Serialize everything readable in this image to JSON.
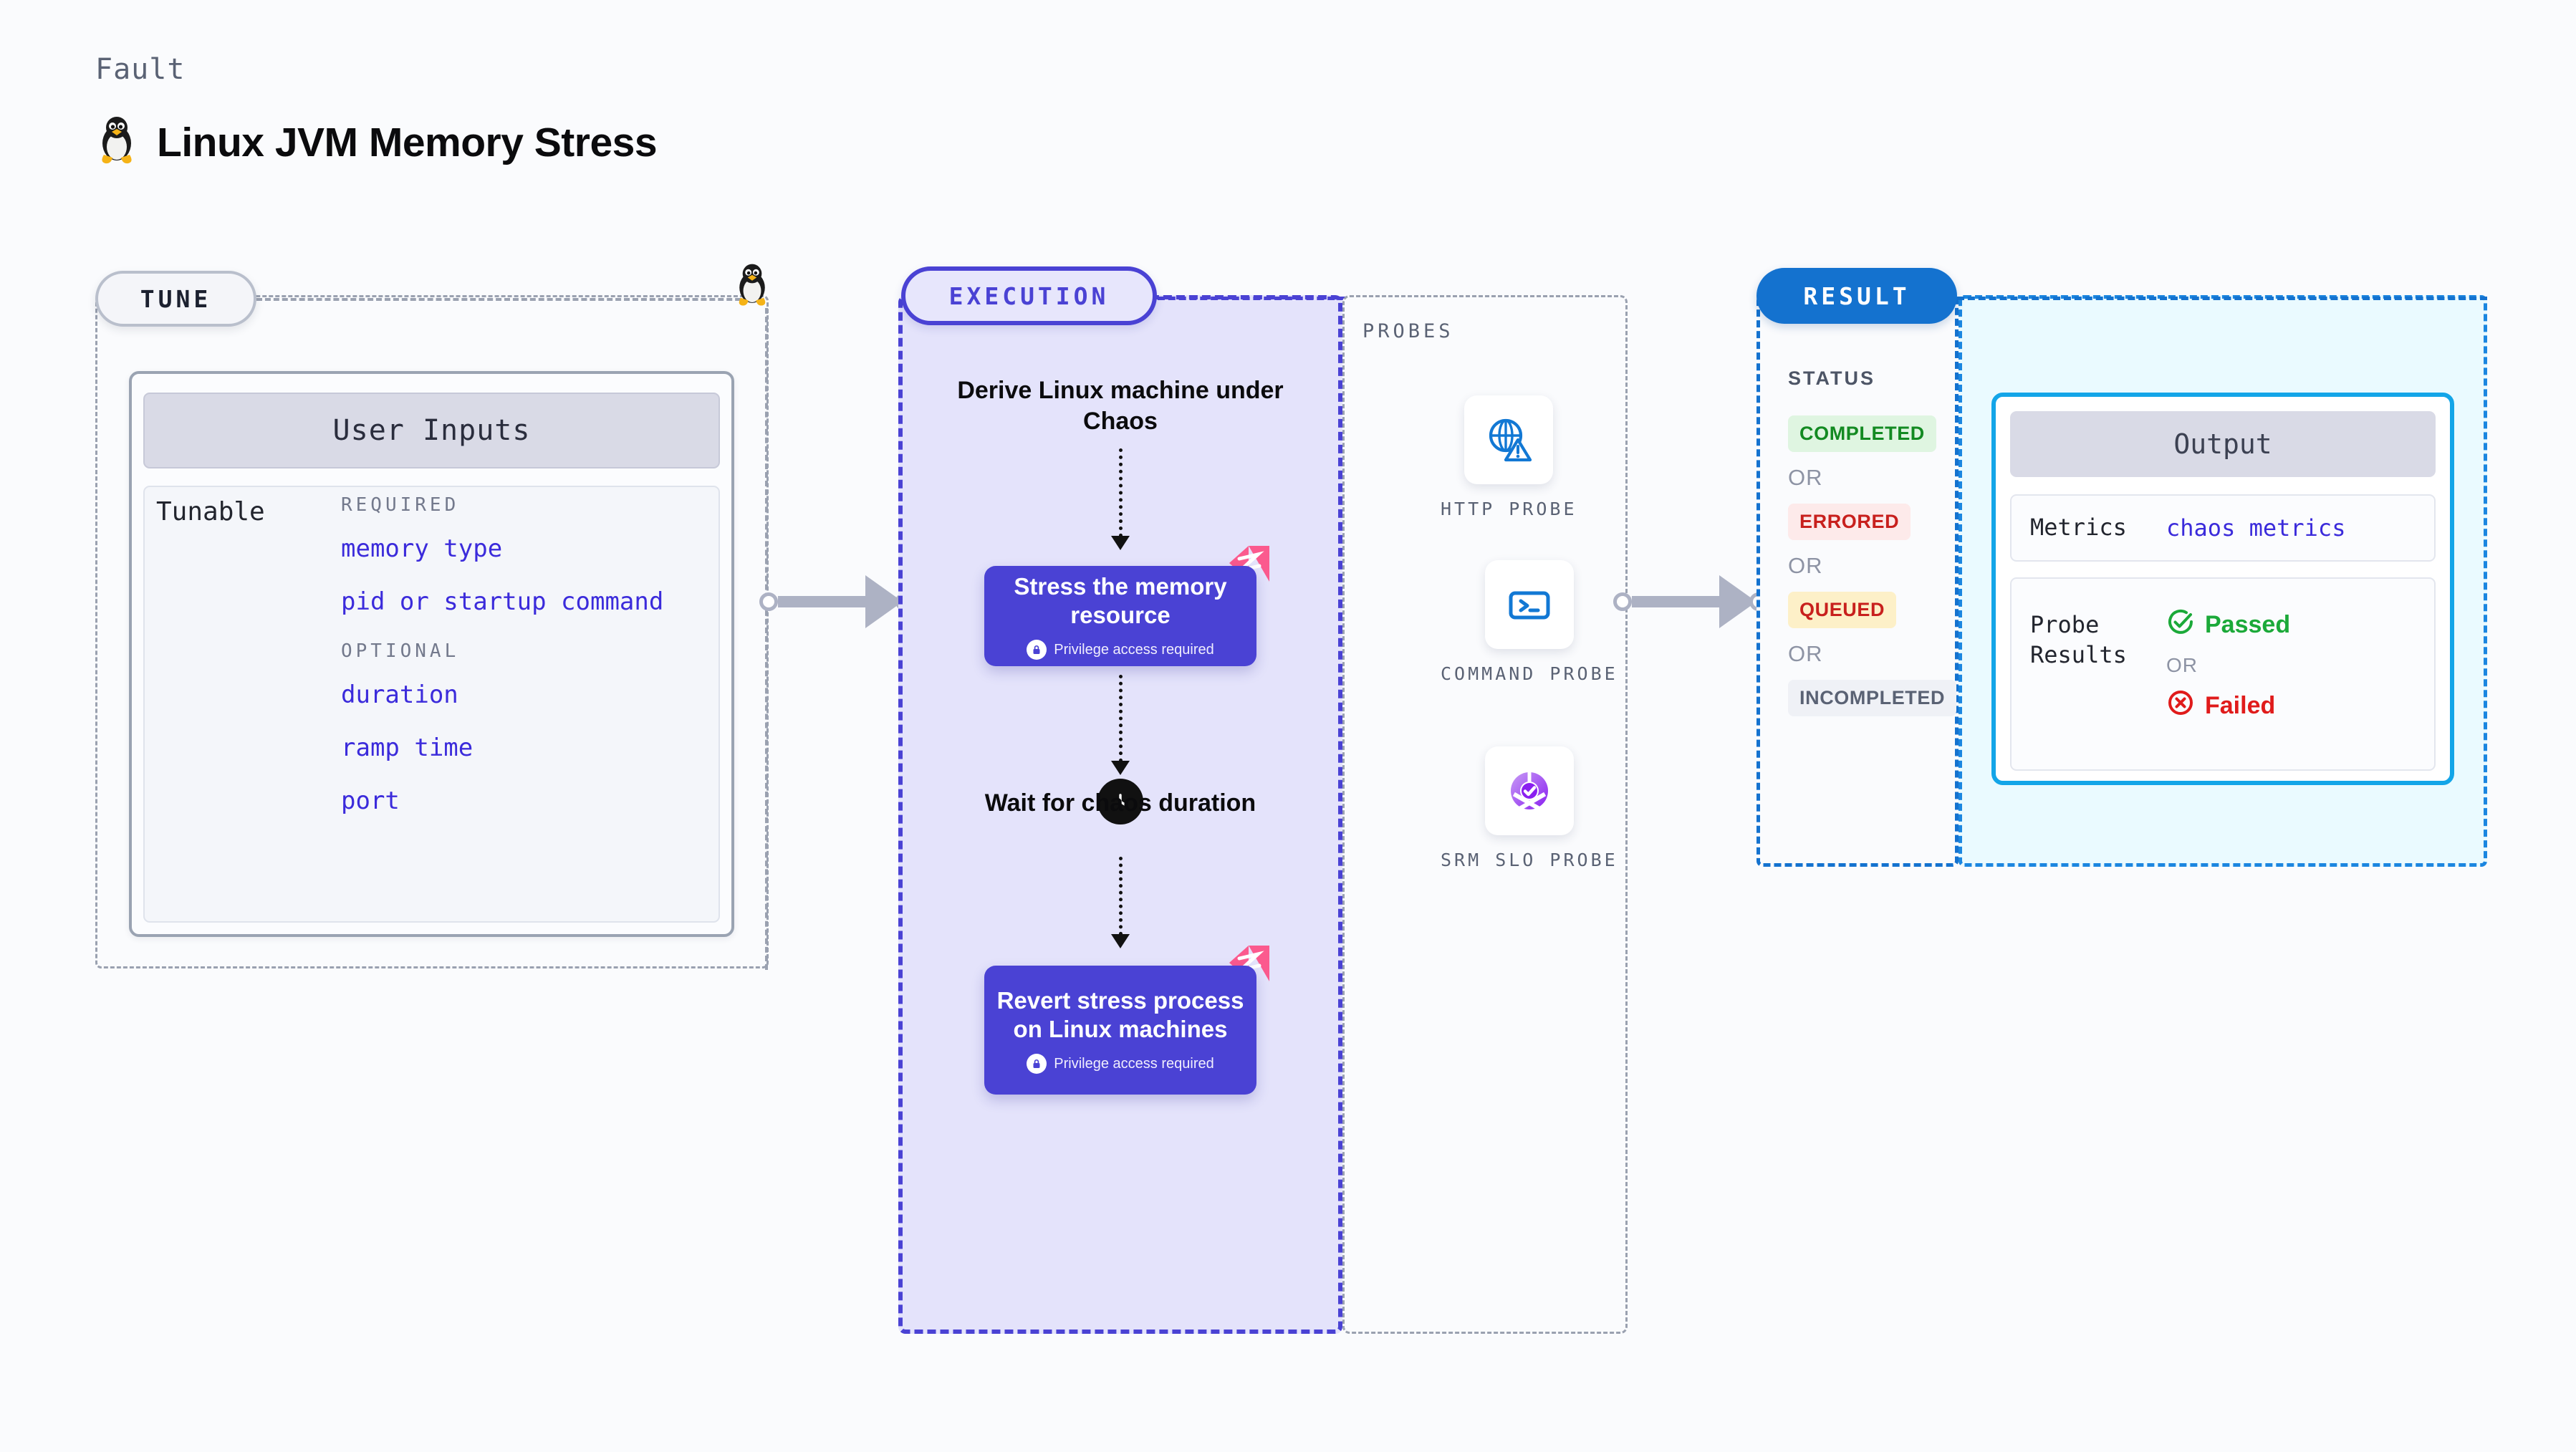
{
  "header": {
    "kicker": "Fault",
    "title": "Linux JVM Memory Stress",
    "icon": "linux-penguin-icon"
  },
  "tune": {
    "pill_label": "TUNE",
    "card_title": "User Inputs",
    "tunable_label": "Tunable",
    "groups": [
      {
        "title": "REQUIRED",
        "items": [
          "memory type",
          "pid or startup command"
        ]
      },
      {
        "title": "OPTIONAL",
        "items": [
          "duration",
          "ramp time",
          "port"
        ]
      }
    ]
  },
  "execution": {
    "pill_label": "EXECUTION",
    "step_derive": "Derive Linux machine under Chaos",
    "node_stress": {
      "title": "Stress the memory resource",
      "note": "Privilege access required"
    },
    "step_wait": "Wait for chaos duration",
    "node_revert": {
      "title": "Revert stress process on Linux machines",
      "note": "Privilege access required"
    }
  },
  "probes": {
    "title": "PROBES",
    "items": [
      {
        "label": "HTTP PROBE",
        "icon": "globe-warning-icon"
      },
      {
        "label": "COMMAND PROBE",
        "icon": "terminal-icon"
      },
      {
        "label": "SRM SLO PROBE",
        "icon": "slo-donut-check-icon"
      }
    ]
  },
  "result": {
    "pill_label": "RESULT",
    "status_title": "STATUS",
    "or_label": "OR",
    "statuses": [
      {
        "label": "COMPLETED",
        "bg": "#dff5e1",
        "fg": "#138a22"
      },
      {
        "label": "ERRORED",
        "bg": "#fdeaea",
        "fg": "#c8201d"
      },
      {
        "label": "QUEUED",
        "bg": "#fdf0c8",
        "fg": "#c8201d"
      },
      {
        "label": "INCOMPLETED",
        "bg": "#eff1f6",
        "fg": "#5a6274"
      }
    ]
  },
  "output": {
    "title": "Output",
    "metrics_key": "Metrics",
    "metrics_value": "chaos metrics",
    "probe_results_key": "Probe Results",
    "passed_label": "Passed",
    "failed_label": "Failed",
    "or_label": "OR",
    "passed_color": "#1ba939",
    "failed_color": "#e01b1b"
  }
}
